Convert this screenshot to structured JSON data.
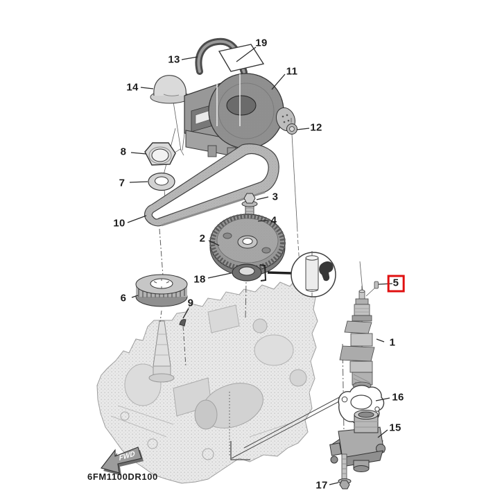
{
  "diagram": {
    "drawing_number": "6FM1100DR100",
    "fwd_label": "FWD",
    "highlight_color": "#e01010",
    "highlighted_part": "5",
    "parts": [
      {
        "number": "1"
      },
      {
        "number": "2"
      },
      {
        "number": "3"
      },
      {
        "number": "4"
      },
      {
        "number": "5"
      },
      {
        "number": "6"
      },
      {
        "number": "7"
      },
      {
        "number": "8"
      },
      {
        "number": "9"
      },
      {
        "number": "10"
      },
      {
        "number": "11"
      },
      {
        "number": "12"
      },
      {
        "number": "13"
      },
      {
        "number": "14"
      },
      {
        "number": "15"
      },
      {
        "number": "16"
      },
      {
        "number": "17"
      },
      {
        "number": "18"
      },
      {
        "number": "19"
      }
    ]
  }
}
